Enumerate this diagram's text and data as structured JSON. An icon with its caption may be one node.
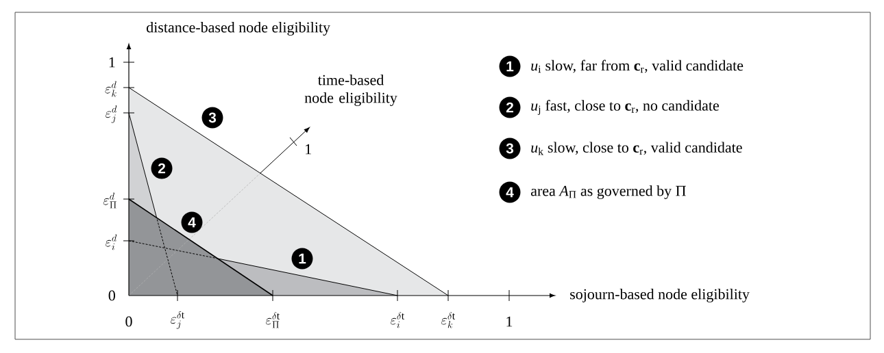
{
  "diagram": {
    "labels": [
      "distance-based node eligibility",
      "1",
      "\\varepsilon^{d}_{k}",
      "\\varepsilon^{d}_{j}",
      "\\varepsilon^{d}_{\\Pi}",
      "\\varepsilon^{d}_{i}",
      "0",
      "time-based node eligibility",
      "1",
      "3",
      "2",
      "4",
      "1",
      "sojourn-based node eligibility",
      "0",
      "\\varepsilon^{\\delta\\mathrm{t}}_{j}",
      "\\varepsilon^{\\delta\\mathrm{t}}_{\\Pi}",
      "\\varepsilon^{\\delta\\mathrm{t}}_{i}",
      "\\varepsilon^{\\delta\\mathrm{t}}_{k}",
      "1",
      "1",
      "2",
      "3",
      "4"
    ],
    "legend": [
      {
        "text": "*u*$_{i}$ slow, far from **c**$_{r}$, valid candidate"
      },
      {
        "text": "*u*$_{j}$ fast, close to **c**$_{r}$, no candidate"
      },
      {
        "text": "*u*$_{k}$ slow, close to **c**$_{r}$, valid candidate"
      },
      {
        "text": "area *A*$_{Π}$ as governed by Π"
      }
    ]
  }
}
